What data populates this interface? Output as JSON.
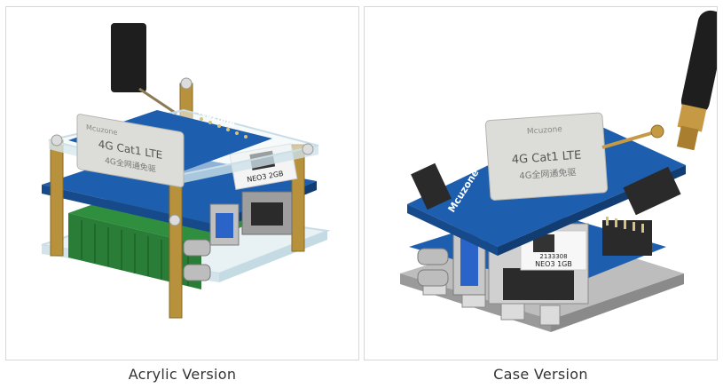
{
  "left": {
    "caption": "Acrylic Version",
    "module_title": "4G Cat1 LTE",
    "module_subtitle": "4G全网通免驱",
    "module_brand": "Mcuzone",
    "board_brand": "Mcuzone",
    "label_text": "NEO3 2GB"
  },
  "right": {
    "caption": "Case Version",
    "module_title": "4G Cat1 LTE",
    "module_subtitle": "4G全网通免驱",
    "module_brand": "Mcuzone",
    "board_brand": "Mcuzone",
    "label_serial": "2133308",
    "label_text": "NEO3 1GB"
  },
  "colors": {
    "pcb_blue": "#1d5fae",
    "module_silver": "#dcdcd8",
    "acrylic_edge": "#c9dde6",
    "brass": "#b8913c",
    "heatsink_green": "#2f8f3e",
    "usb_blue": "#2b64c8",
    "case_metal": "#a9a9a9"
  }
}
